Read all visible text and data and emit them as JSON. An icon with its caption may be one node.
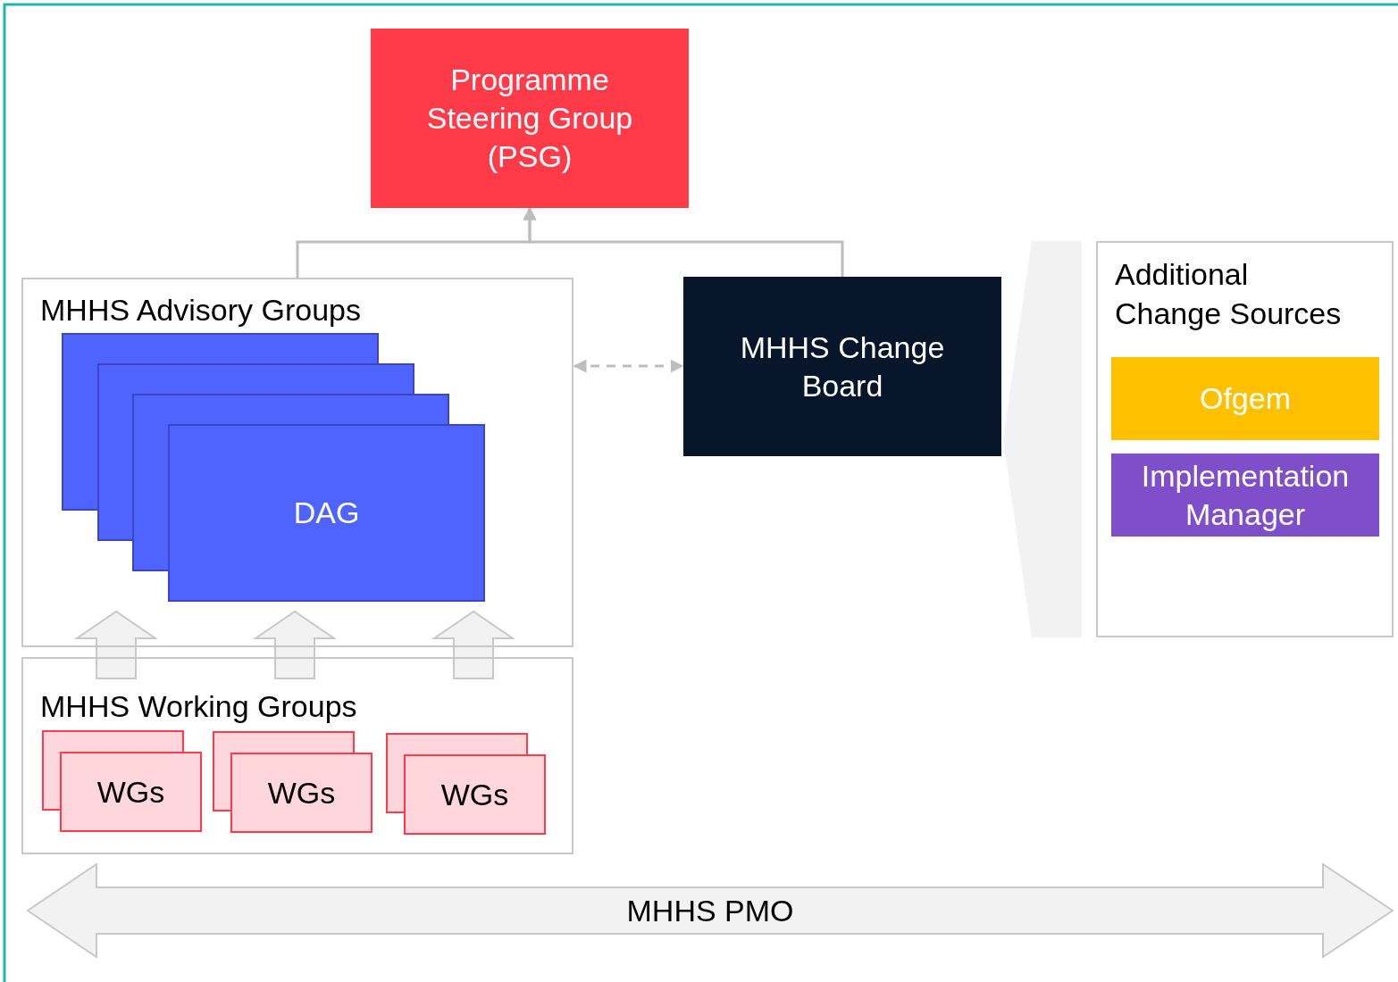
{
  "diagram": {
    "nodes": [
      {
        "text": [
          "Programme Steering Group (PSG)"
        ]
      },
      {
        "text": [
          "MHHS Advisory Groups"
        ]
      },
      {
        "text": [
          "DAG"
        ],
        "in": 1
      },
      {
        "text": [
          "MHHS Change Board"
        ]
      },
      {
        "text": [
          "Additional Change Sources"
        ]
      },
      {
        "text": [
          "Ofgem"
        ],
        "in": 4
      },
      {
        "text": [
          "Implementation Manager"
        ],
        "in": 4
      },
      {
        "text": [
          "MHHS Working Groups"
        ]
      },
      {
        "text": [
          "WGs"
        ],
        "in": 7
      },
      {
        "text": [
          "WGs"
        ],
        "in": 7
      },
      {
        "text": [
          "WGs"
        ],
        "in": 7
      },
      {
        "text": [
          "MHHS PMO"
        ]
      }
    ],
    "edges": [
      {
        "from": 1,
        "to": 0,
        "arrow": "to"
      },
      {
        "from": 3,
        "to": 0,
        "arrow": "to"
      },
      {
        "from": 1,
        "to": 3,
        "arrow": "both",
        "style": "dashed"
      },
      {
        "from": 7,
        "to": 1,
        "arrow": "to",
        "style": "thick"
      },
      {
        "from": 7,
        "to": 1,
        "arrow": "to",
        "style": "thick"
      },
      {
        "from": 7,
        "to": 1,
        "arrow": "to",
        "style": "thick"
      },
      {
        "from": 4,
        "to": 3,
        "arrow": "to",
        "style": "thick"
      }
    ]
  }
}
